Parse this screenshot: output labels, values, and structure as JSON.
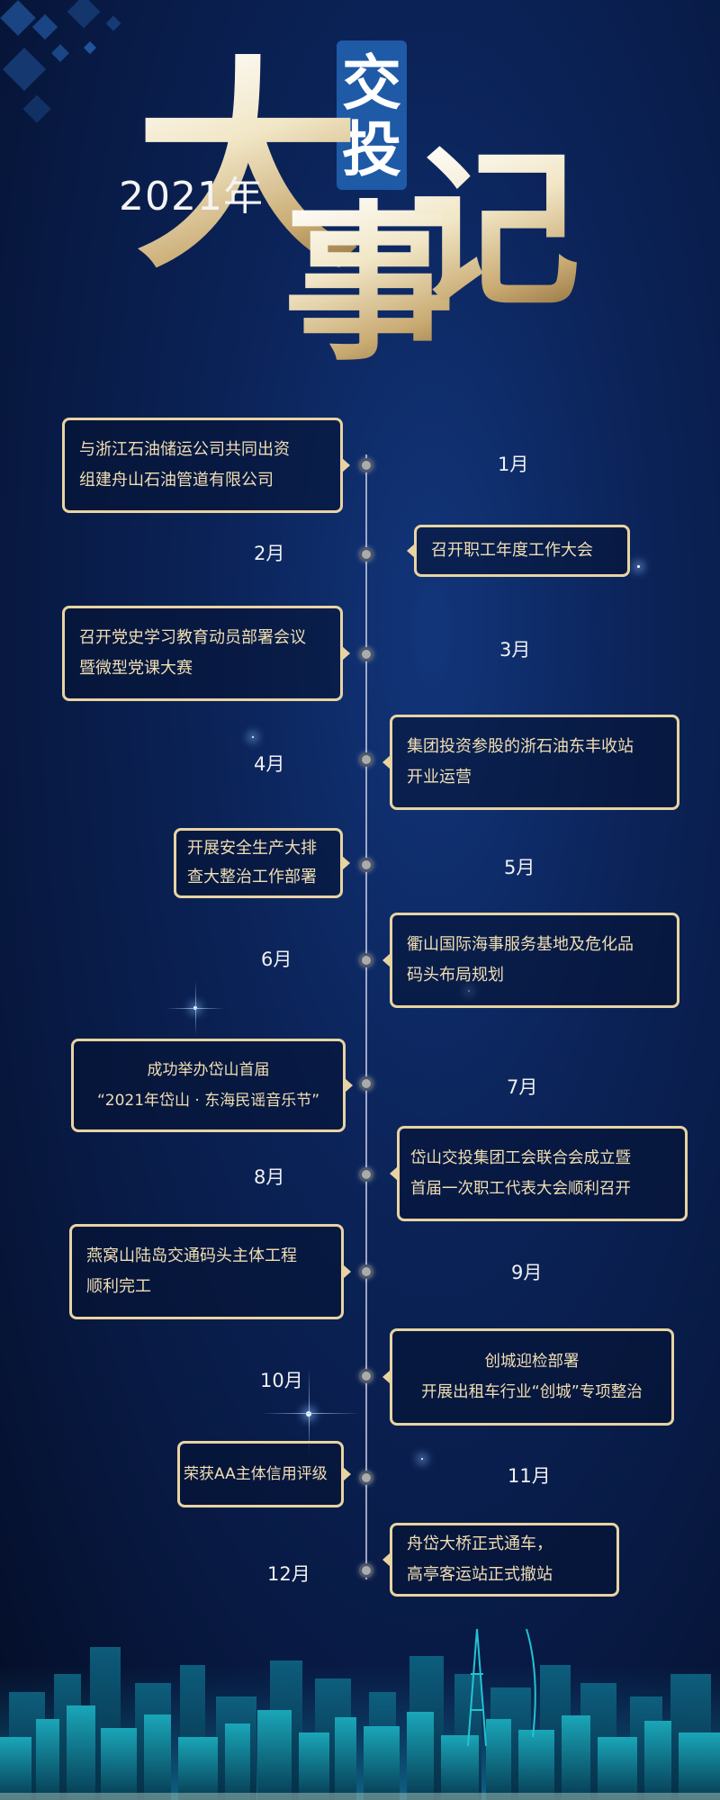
{
  "title": {
    "year": "2021年",
    "char_big": "大",
    "char_shi": "事",
    "char_ji": "记",
    "badge_chars": [
      "交",
      "投"
    ]
  },
  "colors": {
    "background": "#0b2358",
    "box_border": "#e8d4a2",
    "box_text": "#f1dfb4",
    "badge": "#1f5aa6",
    "gold": "#c9aa72"
  },
  "timeline": [
    {
      "month": "1月",
      "lines": [
        "与浙江石油储运公司共同出资",
        "组建舟山石油管道有限公司"
      ]
    },
    {
      "month": "2月",
      "lines": [
        "召开职工年度工作大会"
      ]
    },
    {
      "month": "3月",
      "lines": [
        "召开党史学习教育动员部署会议",
        "暨微型党课大赛"
      ]
    },
    {
      "month": "4月",
      "lines": [
        "集团投资参股的浙石油东丰收站",
        "开业运营"
      ]
    },
    {
      "month": "5月",
      "lines": [
        "开展安全生产大排",
        "查大整治工作部署"
      ]
    },
    {
      "month": "6月",
      "lines": [
        "衢山国际海事服务基地及危化品",
        "码头布局规划"
      ]
    },
    {
      "month": "7月",
      "lines": [
        "成功举办岱山首届",
        "“2021年岱山 · 东海民谣音乐节”"
      ]
    },
    {
      "month": "8月",
      "lines": [
        "岱山交投集团工会联合会成立暨",
        "首届一次职工代表大会顺利召开"
      ]
    },
    {
      "month": "9月",
      "lines": [
        "燕窝山陆岛交通码头主体工程",
        "顺利完工"
      ]
    },
    {
      "month": "10月",
      "lines": [
        "创城迎检部署",
        "开展出租车行业“创城”专项整治"
      ]
    },
    {
      "month": "11月",
      "lines": [
        "荣获AA主体信用评级"
      ]
    },
    {
      "month": "12月",
      "lines": [
        "舟岱大桥正式通车，",
        "高亭客运站正式撤站"
      ]
    }
  ]
}
